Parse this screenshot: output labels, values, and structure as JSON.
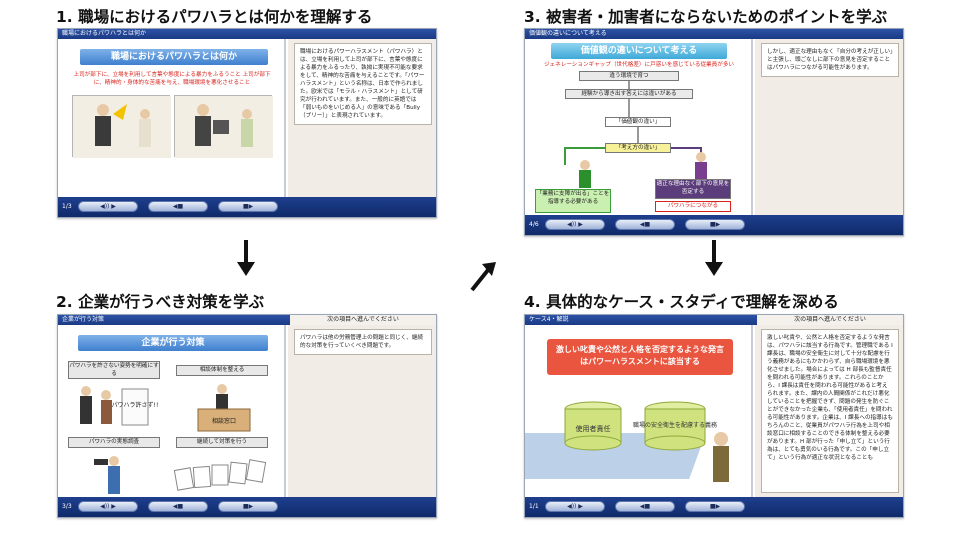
{
  "steps": [
    {
      "title": "1. 職場におけるパワハラとは何かを理解する",
      "bar": "職場におけるパワハラとは何か",
      "slide_heading": "職場におけるパワハラとは何か",
      "slide_red": "上司が部下に、立場を利用して言葉や態度による暴力をふるうこと 上司が部下に、精神的・身体的な苦痛を与え、職場環境を悪化させること",
      "panel_text": "職場におけるパワーハラスメント（パワハラ）とは、立場を利用して上司が部下に、言葉や態度による暴力をふるったり、執拗に実現不可能な要求をして、精神的な苦痛を与えることです。「パワーハラスメント」という名称は、日本で作られました。欧米では「モラル・ハラスメント」として研究が行われています。また、一般的に英語では「弱いものをいじめる人」の意味である「Bully（ブリー）」と表現されています。",
      "page": "1/3"
    },
    {
      "title": "2. 企業が行うべき対策を学ぶ",
      "bar": "企業が行う対策",
      "bar_right": "次の項目へ進んでください",
      "slide_heading": "企業が行う対策",
      "cards": [
        "パワハラを許さない姿勢を明確にする",
        "相談体制を整える",
        "パワハラの実態調査",
        "継続して対策を行う"
      ],
      "sign": "パワハラ許さず!!",
      "desk": "相談窓口",
      "panel_text": "パワハラは他の労務管理上の問題と同じく、継続的な対策を行っていくべき問題です。",
      "page": "3/3"
    },
    {
      "title": "3. 被害者・加害者にならないためのポイントを学ぶ",
      "bar": "価値観の違いについて考える",
      "slide_heading": "価値観の違いについて考える",
      "slide_red": "ジェネレーションギャップ（世代格差）に戸惑いを感じている従業員が多い",
      "flow": [
        "違う環境で育つ",
        "経験から導き出す答えには違いがある",
        "「価値観の違い」",
        "「考え方の違い」"
      ],
      "left_result": "「業務に支障が出る」ことを指導する必要がある",
      "right_result": "適正な理由なく部下の意見を否定する",
      "right_label": "パワハラにつながる",
      "panel_text": "しかし、適正な理由もなく「自分の考えが正しい」と主張し、頭ごなしに部下の意見を否定することはパワハラにつながる可能性があります。",
      "page": "4/6"
    },
    {
      "title": "4. 具体的なケース・スタディで理解を深める",
      "bar": "ケース4・解説",
      "bar_right": "次の項目へ進んでください",
      "slide_red": "激しい叱責や公然と人格を否定するような発言はパワーハラスメントに該当する",
      "cyl_left": "使用者責任",
      "cyl_right": "職場の安全衛生を配慮する義務",
      "panel_text": "激しい叱責や、公然と人格を否定するような発言は、パワハラに該当する行為です。管理職である I 課長は、職場の安全衛生に対して十分な配慮を行う義務があるにもかかわらず、自ら職場環境を悪化させました。場合によっては H 部長も監督責任を問われる可能性があります。これらのことから、I 課長は責任を問われる可能性があると考えられます。また、課内の人間関係がこれだけ悪化していることを把握できず、問題の発生を防ぐことができなかった企業も、「使用者責任」を問われる可能性があります。企業は、I 課長への指導はもちろんのこと、従業員がパワハラ行為を上司や相談窓口に相談することのできる体制を整える必要があります。H 部が行った「申し立て」という行為は、とても勇気のいる行為です。この「申し立て」という行為が適正な状況となることも",
      "page": "1/1"
    }
  ],
  "footer_buttons": [
    "◀)) ▶",
    "◀■",
    "■▶"
  ]
}
